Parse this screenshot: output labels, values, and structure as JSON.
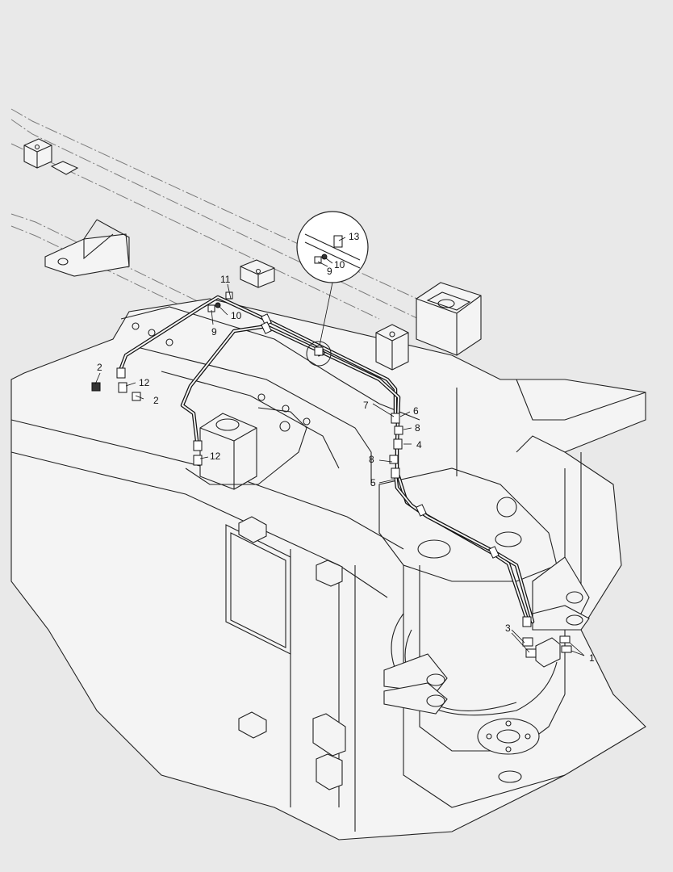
{
  "callouts": {
    "c1": "1",
    "c2a": "2",
    "c2b": "2",
    "c3": "3",
    "c4": "4",
    "c5": "5",
    "c6": "6",
    "c7": "7",
    "c8a": "8",
    "c8b": "8",
    "c9a": "9",
    "c9b": "9",
    "c10a": "10",
    "c10b": "10",
    "c11": "11",
    "c12a": "12",
    "c12b": "12",
    "c13": "13"
  }
}
